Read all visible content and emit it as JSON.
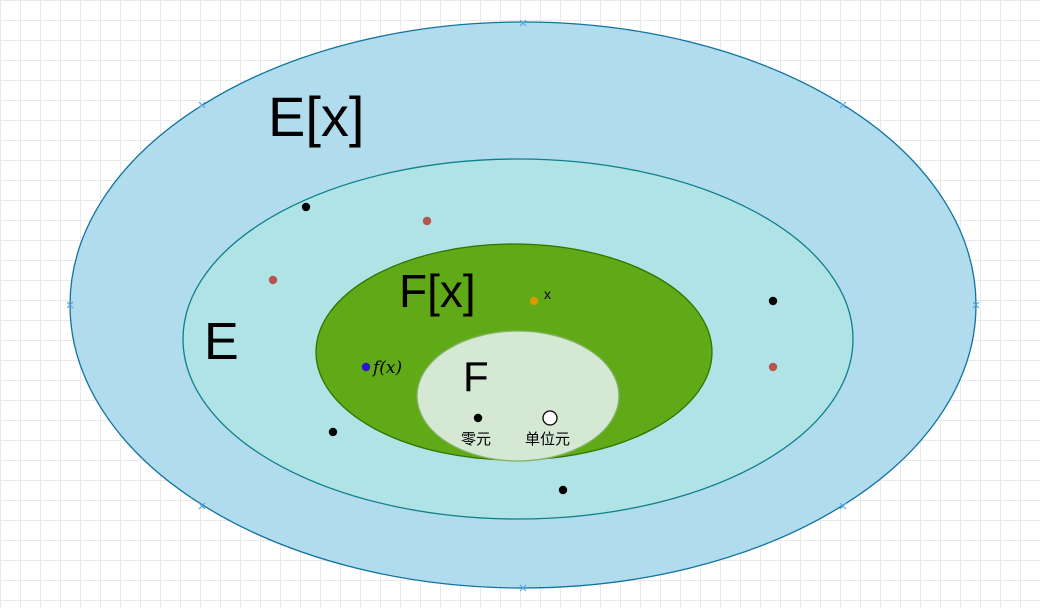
{
  "diagram": {
    "sets": {
      "ex": {
        "label": "E[x]",
        "fill": "#b1dcee",
        "stroke": "#10739e"
      },
      "e": {
        "label": "E",
        "fill": "#b0e3e6",
        "stroke": "#0e8088"
      },
      "fx": {
        "label": "F[x]",
        "fill": "#60a917",
        "stroke": "#2d7600"
      },
      "f": {
        "label": "F",
        "fill": "#d5e8d4",
        "stroke": "#82b366"
      }
    },
    "elements": {
      "x_label": "x",
      "fx_element_label": "f(x)",
      "zero_label": "零元",
      "unit_label": "单位元"
    },
    "colors": {
      "black_point": "#000000",
      "red_point": "#b85450",
      "orange_point": "#d79b00",
      "blue_point": "#2c16c9"
    }
  }
}
